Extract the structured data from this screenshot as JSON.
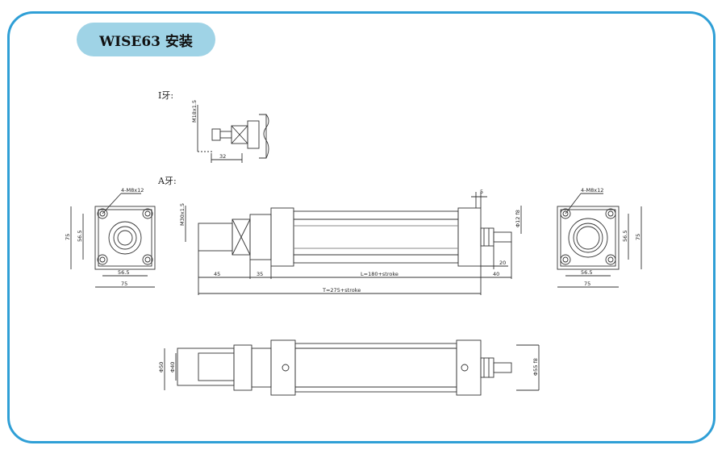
{
  "title": "WISE63 安装",
  "colors": {
    "frame": "#2f9fd6",
    "title_bg": "#9fd3e6"
  },
  "views": {
    "i_thread": {
      "label": "I牙:",
      "thread": "M18x1.5",
      "length": "32"
    },
    "a_thread": {
      "label": "A牙:",
      "thread": "M30x1.5",
      "dim_45": "45",
      "dim_35": "35",
      "stroke_len": "L=180+stroke",
      "dim_40": "40",
      "dim_5": "5",
      "rod_dia": "Φ12 f8",
      "dim_20": "20",
      "total_len": "T=275+stroke"
    },
    "left_flange": {
      "holes": "4-M8x12",
      "h_outer": "75",
      "h_inner": "56.5",
      "w_inner": "56.5",
      "w_outer": "75"
    },
    "right_flange": {
      "holes": "4-M8x12",
      "h_inner": "56.5",
      "h_outer": "75",
      "w_inner": "56.5",
      "w_outer": "75"
    },
    "bottom": {
      "dia_50": "Φ50",
      "dia_40": "Φ40",
      "dia_55": "Φ55 f8"
    }
  }
}
